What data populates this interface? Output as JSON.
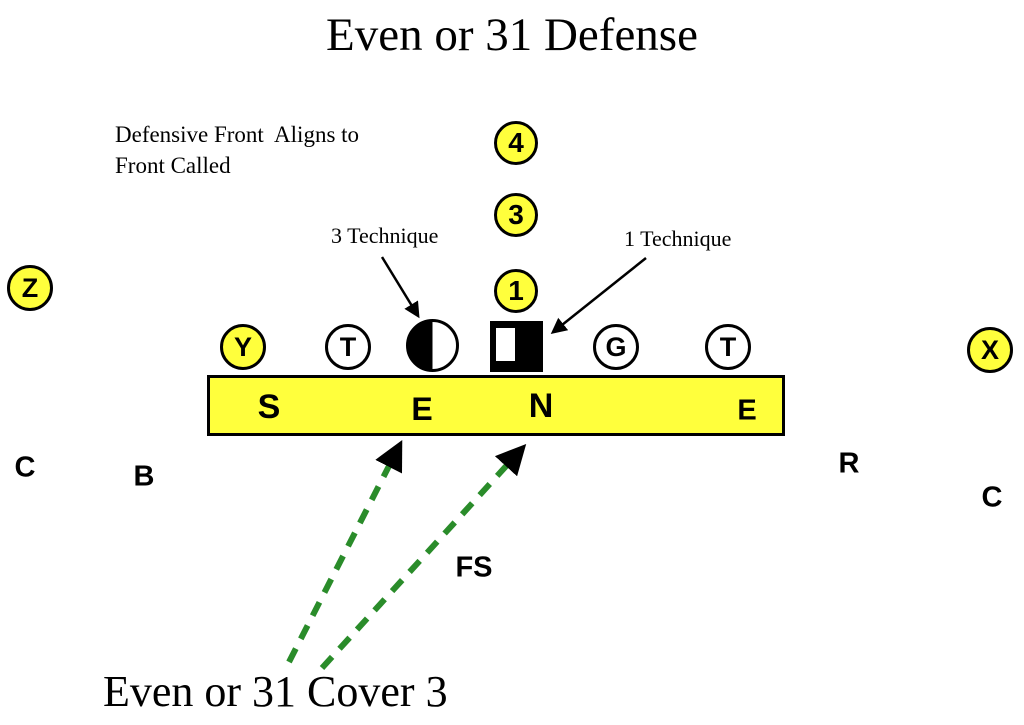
{
  "title": "Even or 31 Defense",
  "caption": "Even or 31 Cover 3",
  "note": {
    "line1": "Defensive Front  Aligns to",
    "line2": "Front Called"
  },
  "labels": {
    "three_technique": "3 Technique",
    "one_technique": "1 Technique"
  },
  "backfield_counts": {
    "four": "4",
    "three": "3",
    "one": "1"
  },
  "offense_players": {
    "z": "Z",
    "y": "Y",
    "t_left": "T",
    "g": "G",
    "t_right": "T",
    "x": "X"
  },
  "defensive_front": {
    "s": "S",
    "e_left": "E",
    "n": "N",
    "e_right": "E"
  },
  "secondary": {
    "c_left": "C",
    "b": "B",
    "fs": "FS",
    "r": "R",
    "c_right": "C"
  },
  "colors": {
    "yellow": "#FFFF3C",
    "green": "#2A8C2A",
    "black": "#000000"
  }
}
